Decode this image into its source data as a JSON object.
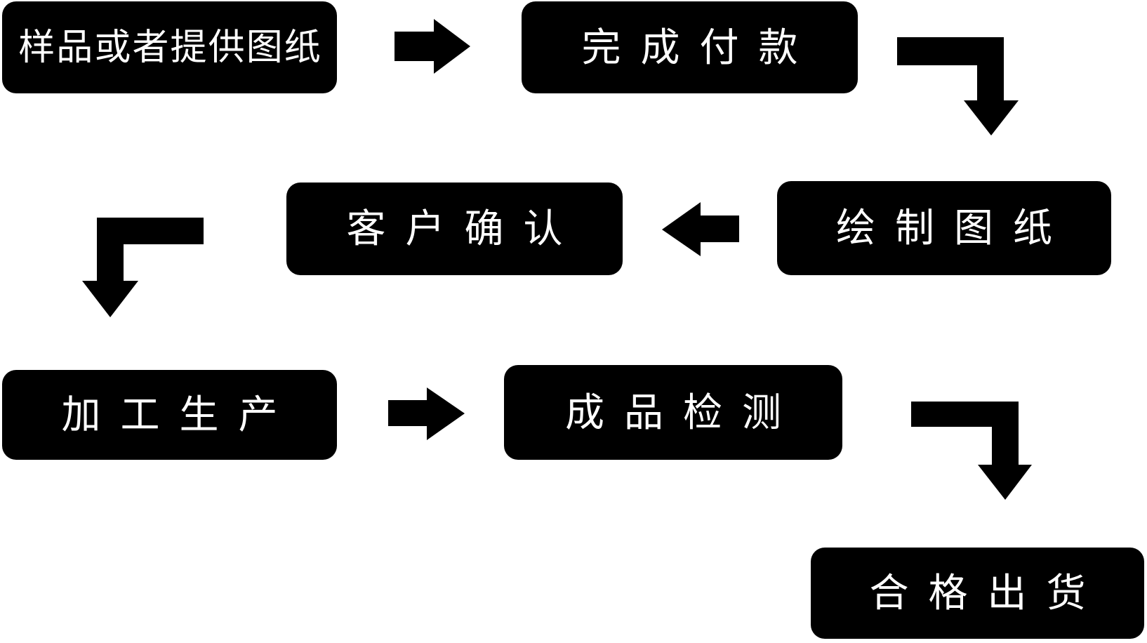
{
  "flowchart": {
    "title": "production-process-flowchart",
    "colors": {
      "background": "#ffffff",
      "node_background": "#000000",
      "node_text": "#ffffff",
      "arrow": "#000000"
    },
    "nodes": [
      {
        "id": "sample-or-drawing",
        "label": "样品或者提供图纸"
      },
      {
        "id": "complete-payment",
        "label": "完成付款"
      },
      {
        "id": "customer-confirm",
        "label": "客户确认"
      },
      {
        "id": "draw-drawings",
        "label": "绘制图纸"
      },
      {
        "id": "processing-production",
        "label": "加工生产"
      },
      {
        "id": "finished-inspection",
        "label": "成品检测"
      },
      {
        "id": "qualified-shipment",
        "label": "合格出货"
      }
    ],
    "arrows": [
      {
        "icon": "arrow-right-icon",
        "from": "sample-or-drawing",
        "to": "complete-payment"
      },
      {
        "icon": "arrow-elbow-right-down-icon",
        "from": "complete-payment",
        "to": "draw-drawings"
      },
      {
        "icon": "arrow-left-icon",
        "from": "draw-drawings",
        "to": "customer-confirm"
      },
      {
        "icon": "arrow-elbow-left-down-icon",
        "from": "customer-confirm",
        "to": "processing-production"
      },
      {
        "icon": "arrow-right-icon",
        "from": "processing-production",
        "to": "finished-inspection"
      },
      {
        "icon": "arrow-elbow-right-down-icon",
        "from": "finished-inspection",
        "to": "qualified-shipment"
      }
    ]
  }
}
